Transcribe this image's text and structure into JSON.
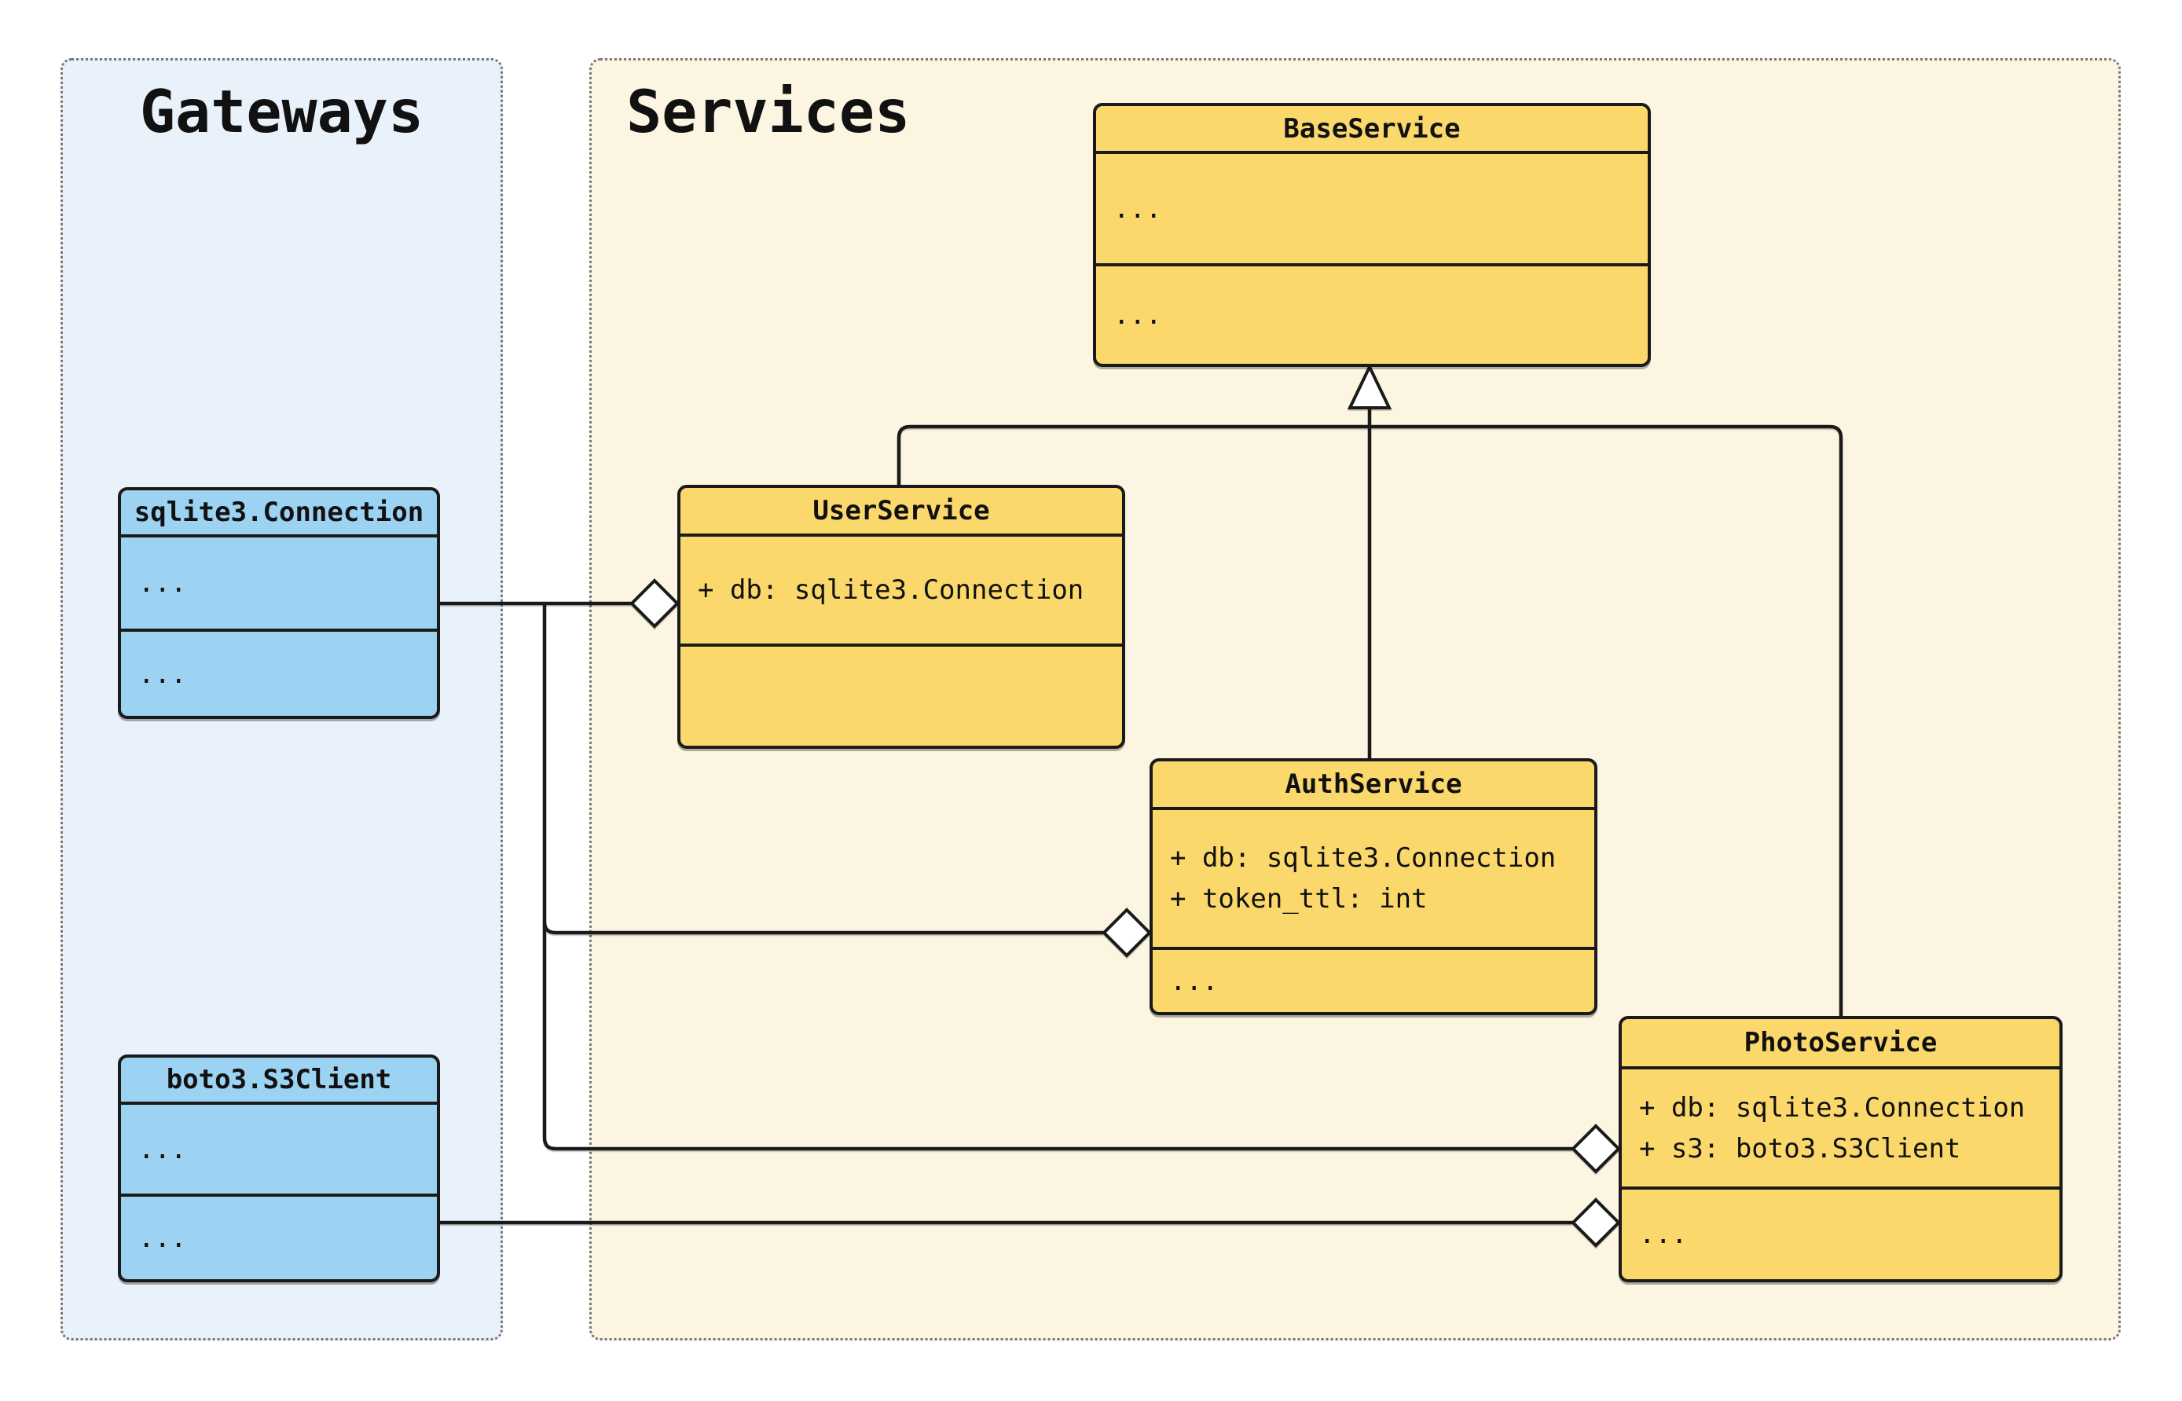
{
  "groups": [
    {
      "title": "Gateways",
      "members": [
        "sqlite3.Connection",
        "boto3.S3Client"
      ]
    },
    {
      "title": "Services",
      "members": [
        "BaseService",
        "UserService",
        "AuthService",
        "PhotoService"
      ]
    }
  ],
  "classes": [
    {
      "name": "BaseService",
      "attributes": [
        "..."
      ],
      "methods": [
        "..."
      ]
    },
    {
      "name": "UserService",
      "attributes": [
        "+ db: sqlite3.Connection"
      ],
      "methods": []
    },
    {
      "name": "AuthService",
      "attributes": [
        "+ db: sqlite3.Connection",
        "+ token_ttl: int"
      ],
      "methods": [
        "..."
      ]
    },
    {
      "name": "PhotoService",
      "attributes": [
        "+ db: sqlite3.Connection",
        "+ s3: boto3.S3Client"
      ],
      "methods": [
        "..."
      ]
    },
    {
      "name": "sqlite3.Connection",
      "attributes": [
        "..."
      ],
      "methods": [
        "..."
      ]
    },
    {
      "name": "boto3.S3Client",
      "attributes": [
        "..."
      ],
      "methods": [
        "..."
      ]
    }
  ],
  "relationships": [
    {
      "type": "inheritance",
      "from": "UserService",
      "to": "BaseService"
    },
    {
      "type": "inheritance",
      "from": "AuthService",
      "to": "BaseService"
    },
    {
      "type": "inheritance",
      "from": "PhotoService",
      "to": "BaseService"
    },
    {
      "type": "aggregation",
      "from": "UserService",
      "to": "sqlite3.Connection"
    },
    {
      "type": "aggregation",
      "from": "AuthService",
      "to": "sqlite3.Connection"
    },
    {
      "type": "aggregation",
      "from": "PhotoService",
      "to": "sqlite3.Connection"
    },
    {
      "type": "aggregation",
      "from": "PhotoService",
      "to": "boto3.S3Client"
    }
  ],
  "colors": {
    "service_fill": "#FBD86B",
    "gateway_fill": "#9CD2F2",
    "gateways_bg": "#E9F1FB",
    "services_bg": "#FCF5E1",
    "stroke": "#1A1A1A",
    "group_border": "#767676",
    "marker_fill": "#FFFFFF"
  }
}
